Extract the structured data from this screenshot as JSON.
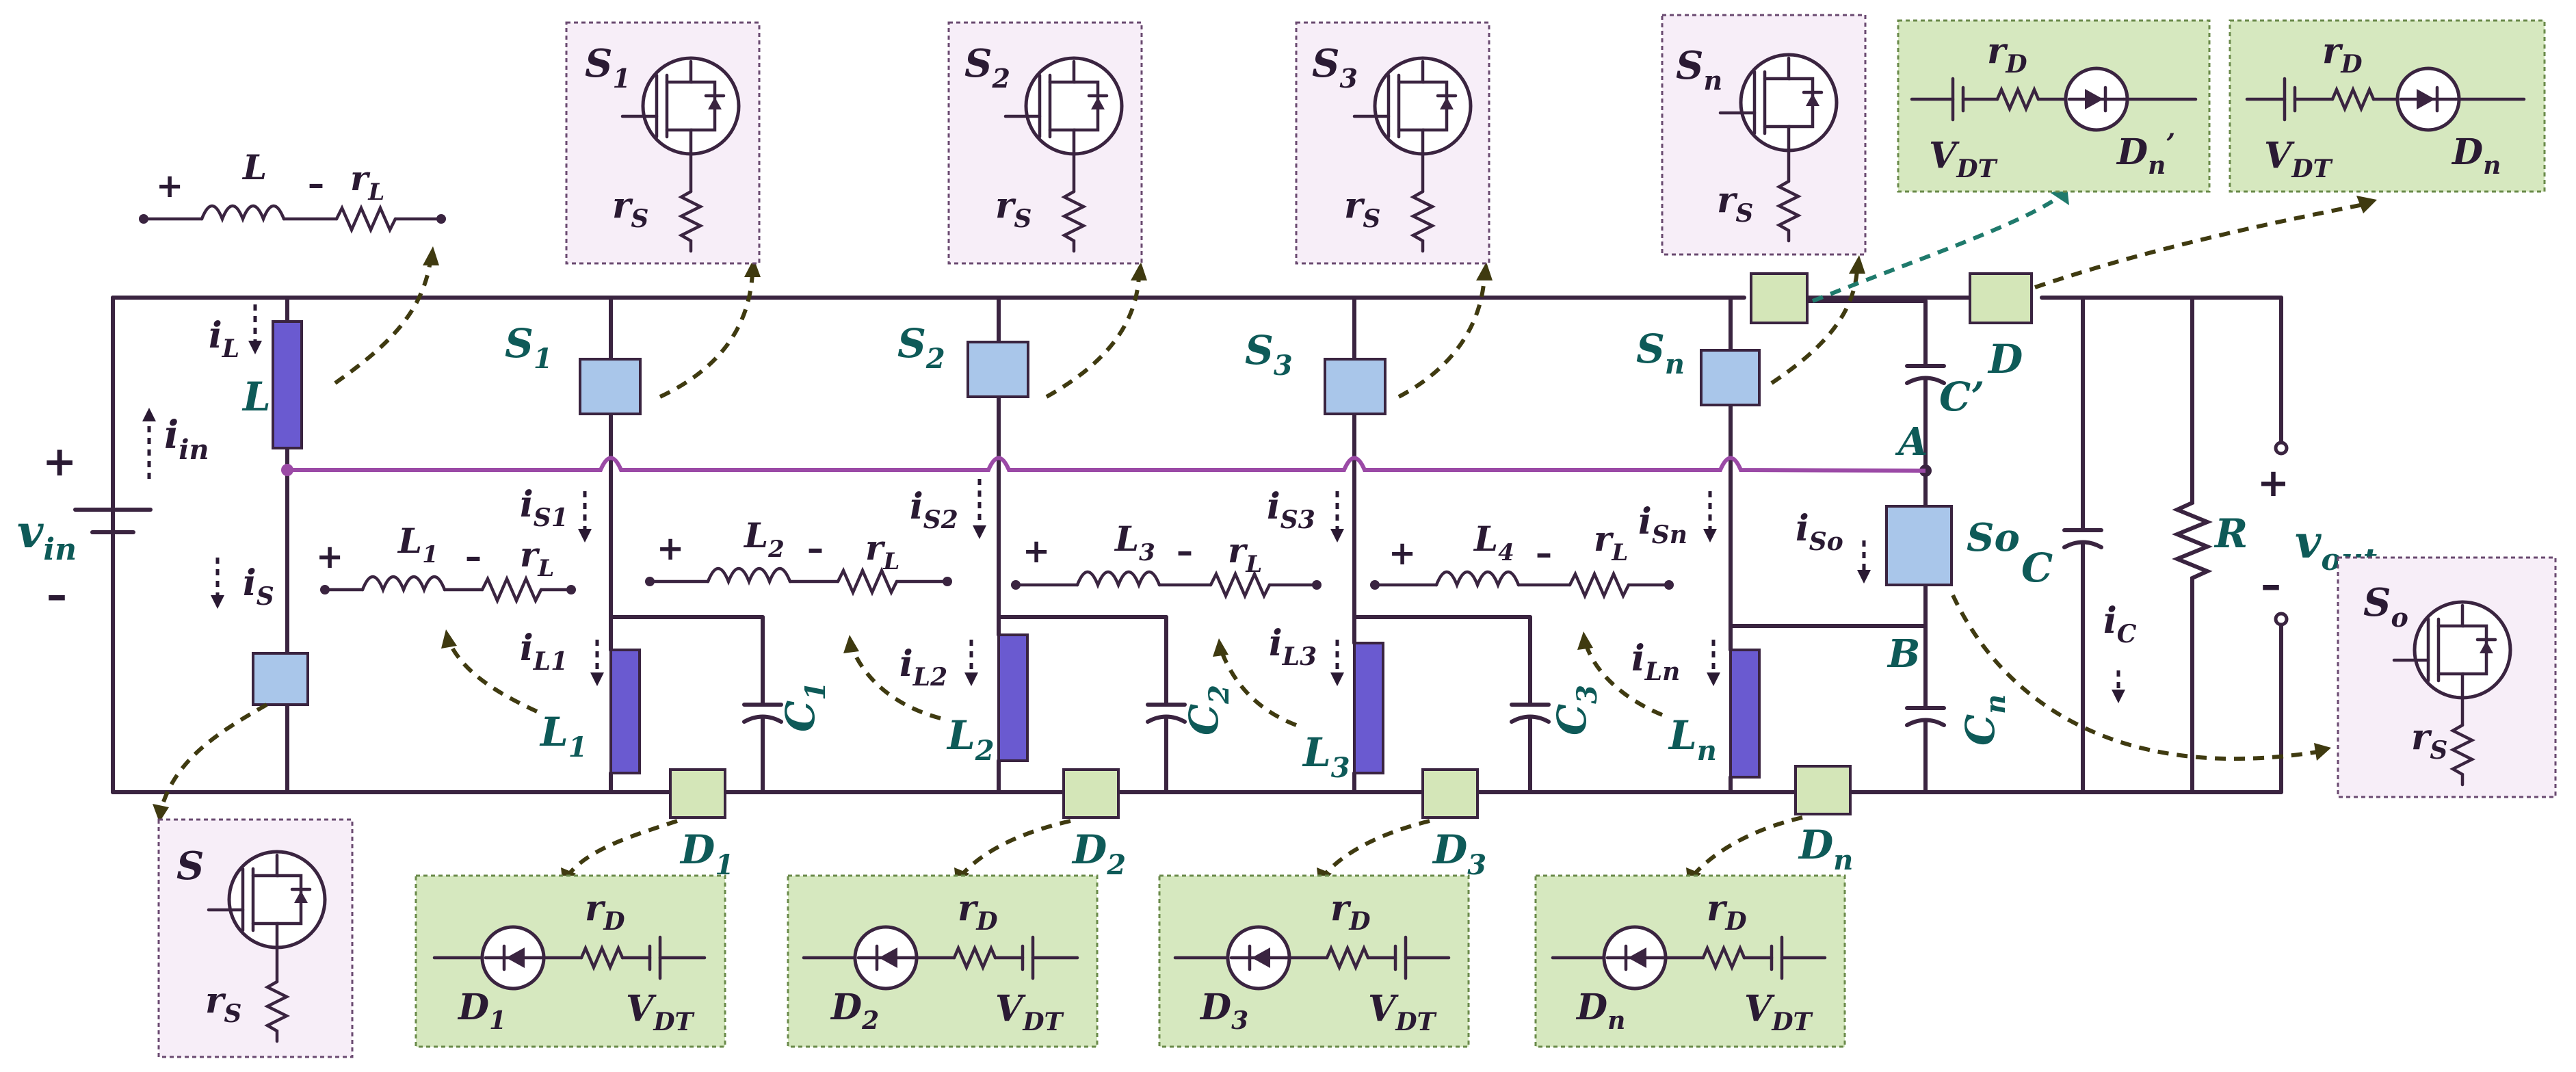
{
  "labels": {
    "vin": "v",
    "vin_sub": "in",
    "vout": "v",
    "vout_sub": "out",
    "iL": "i",
    "iL_sub": "L",
    "iin": "i",
    "iin_sub": "in",
    "iS": "i",
    "iS_sub": "S",
    "L": "L",
    "S1": "S",
    "S1_sub": "1",
    "S2": "S",
    "S2_sub": "2",
    "S3": "S",
    "S3_sub": "3",
    "Sn": "S",
    "Sn_sub": "n",
    "D": "D",
    "C_prime": "C’",
    "A": "A",
    "B": "B",
    "So": "So",
    "C": "C",
    "R": "R",
    "iC": "i",
    "iC_sub": "C",
    "iSo": "i",
    "iSo_sub": "So",
    "Cn": "C",
    "Cn_sub": "n",
    "iS1": "i",
    "iS1_sub": "S1",
    "iS2": "i",
    "iS2_sub": "S2",
    "iS3": "i",
    "iS3_sub": "S3",
    "iSn": "i",
    "iSn_sub": "Sn",
    "iL1": "i",
    "iL1_sub": "L1",
    "iL2": "i",
    "iL2_sub": "L2",
    "iL3": "i",
    "iL3_sub": "L3",
    "iLn": "i",
    "iLn_sub": "Ln",
    "L1": "L",
    "L1_sub": "1",
    "L2": "L",
    "L2_sub": "2",
    "L3": "L",
    "L3_sub": "3",
    "Ln": "L",
    "Ln_sub": "n",
    "C1": "C",
    "C1_sub": "1",
    "C2": "C",
    "C2_sub": "2",
    "C3": "C",
    "C3_sub": "3",
    "D1": "D",
    "D1_sub": "1",
    "D2": "D",
    "D2_sub": "2",
    "D3": "D",
    "D3_sub": "3",
    "Dn": "D",
    "Dn_sub": "n",
    "plus": "+",
    "minus": "–"
  },
  "inductor_models": {
    "main": {
      "name": "L",
      "resistor": "r",
      "resistor_sub": "L"
    },
    "l1": {
      "name": "L",
      "name_sub": "1",
      "resistor": "r",
      "resistor_sub": "L"
    },
    "l2": {
      "name": "L",
      "name_sub": "2",
      "resistor": "r",
      "resistor_sub": "L"
    },
    "l3": {
      "name": "L",
      "name_sub": "3",
      "resistor": "r",
      "resistor_sub": "L"
    },
    "l4": {
      "name": "L",
      "name_sub": "4",
      "resistor": "r",
      "resistor_sub": "L"
    }
  },
  "switch_insets": {
    "s1": {
      "name": "S",
      "name_sub": "1",
      "res": "r",
      "res_sub": "S"
    },
    "s2": {
      "name": "S",
      "name_sub": "2",
      "res": "r",
      "res_sub": "S"
    },
    "s3": {
      "name": "S",
      "name_sub": "3",
      "res": "r",
      "res_sub": "S"
    },
    "sn": {
      "name": "S",
      "name_sub": "n",
      "res": "r",
      "res_sub": "S"
    },
    "s": {
      "name": "S",
      "res": "r",
      "res_sub": "S"
    },
    "so": {
      "name": "S",
      "name_sub": "o",
      "res": "r",
      "res_sub": "S"
    }
  },
  "diode_insets": {
    "dn_prime": {
      "res": "r",
      "res_sub": "D",
      "src": "V",
      "src_sub": "DT",
      "name": "D",
      "name_sub": "n",
      "name_prime": "’"
    },
    "d": {
      "res": "r",
      "res_sub": "D",
      "src": "V",
      "src_sub": "DT",
      "name": "D",
      "name_sub": "n"
    },
    "d1": {
      "res": "r",
      "res_sub": "D",
      "src": "V",
      "src_sub": "DT",
      "name": "D",
      "name_sub": "1"
    },
    "d2": {
      "res": "r",
      "res_sub": "D",
      "src": "V",
      "src_sub": "DT",
      "name": "D",
      "name_sub": "2"
    },
    "d3": {
      "res": "r",
      "res_sub": "D",
      "src": "V",
      "src_sub": "DT",
      "name": "D",
      "name_sub": "3"
    },
    "dn": {
      "res": "r",
      "res_sub": "D",
      "src": "V",
      "src_sub": "DT",
      "name": "D",
      "name_sub": "n"
    }
  }
}
